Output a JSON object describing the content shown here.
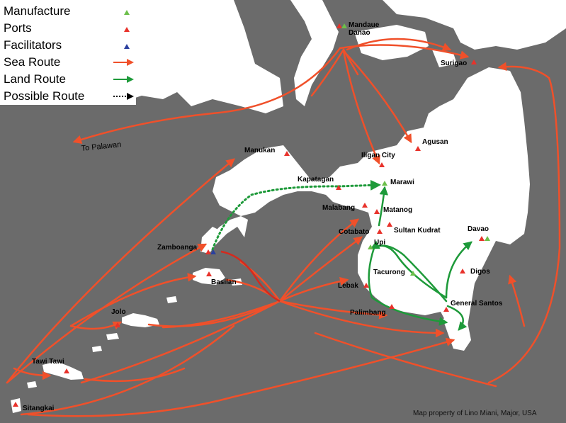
{
  "colors": {
    "sea": "#6b6b6b",
    "land": "#ffffff",
    "manufacture": "#6cbf4a",
    "port": "#e8322b",
    "facilitator": "#2a3f9e",
    "sea_route": "#f0502a",
    "sea_route_dark": "#d42a1e",
    "land_route": "#1e9a3a",
    "possible_route": "#1e9a3a"
  },
  "legend": {
    "manufacture": "Manufacture",
    "ports": "Ports",
    "facilitators": "Facilitators",
    "sea_route": "Sea Route",
    "land_route": "Land Route",
    "possible_route": "Possible Route"
  },
  "places": {
    "mandaue": "Mandaue",
    "danao": "Danao",
    "surigao": "Surigao",
    "agusan": "Agusan",
    "iligan": "Iligan City",
    "manukan": "Manukan",
    "kapatagan": "Kapatagan",
    "marawi": "Marawi",
    "malabang": "Malabang",
    "matanog": "Matanog",
    "cotabato": "Cotabato",
    "sultan_kudrat": "Sultan Kudrat",
    "upi": "Upi",
    "davao": "Davao",
    "zamboanga": "Zamboanga",
    "basilan": "Basilan",
    "tacurong": "Tacurong",
    "digos": "Digos",
    "lebak": "Lebak",
    "general_santos": "General Santos",
    "palimbang": "Palimbang",
    "jolo": "Jolo",
    "tawi_tawi": "Tawi Tawi",
    "sitangkai": "Sitangkai"
  },
  "to_palawan": "To Palawan",
  "credit": "Map property of  Lino Miani, Major, USA"
}
